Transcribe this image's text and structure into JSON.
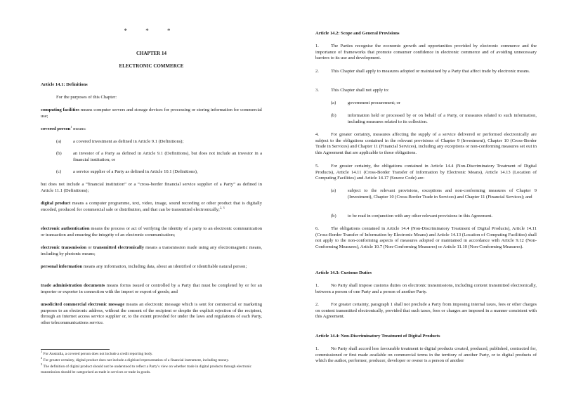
{
  "left": {
    "stars": "* * *",
    "chapter_title": "CHAPTER 14",
    "chapter_subtitle": "ELECTRONIC COMMERCE",
    "article_heading": "Article 14.1: Definitions",
    "intro": "For the purposes of this Chapter:",
    "def_computing_term": "computing facilities",
    "def_computing_text": " means computer servers and storage devices for processing or storing information for commercial use;",
    "def_covered_term": "covered person",
    "def_covered_sup": "1",
    "def_covered_text": " means:",
    "covered_items": [
      {
        "label": "(a)",
        "text": "a covered investment as defined in Article 9.1 (Definitions);"
      },
      {
        "label": "(b)",
        "text": "an investor of a Party as defined in Article 9.1 (Definitions), but does not include an investor in a financial institution; or"
      },
      {
        "label": "(c)",
        "text": "a service supplier of a Party as defined in Article 10.1 (Definitions),"
      }
    ],
    "covered_tail": "but does not include a “financial institution” or a “cross-border financial service supplier of a Party” as defined in Article 11.1 (Definitions);",
    "def_digital_term": "digital product",
    "def_digital_text": " means a computer programme, text, video, image, sound recording or other product that is digitally encoded, produced for commercial sale or distribution, and that can be transmitted electronically;",
    "def_digital_sup": "2, 3",
    "def_auth_term": "electronic authentication",
    "def_auth_text": " means the process or act of verifying the identity of a party to an electronic communication or transaction and ensuring the integrity of an electronic communication;",
    "def_trans_term1": "electronic transmission",
    "def_trans_or": " or ",
    "def_trans_term2": "transmitted electronically",
    "def_trans_text": " means a transmission made using any electromagnetic means, including by photonic means;",
    "def_personal_term": "personal information",
    "def_personal_text": " means any information, including data, about an identified or identifiable natural person;",
    "def_trade_term": "trade administration documents",
    "def_trade_text": " means forms issued or controlled by a Party that must be completed by or for an importer or exporter in connection with the import or export of goods; and",
    "def_unsol_term": "unsolicited commercial electronic message",
    "def_unsol_text": " means an electronic message which is sent for commercial or marketing purposes to an electronic address, without the consent of the recipient or despite the explicit rejection of the recipient, through an Internet access service supplier or, to the extent provided for under the laws and regulations of each Party, other telecommunications service.",
    "footnotes": [
      {
        "sup": "1",
        "text": " For Australia, a covered person does not include a credit reporting body."
      },
      {
        "sup": "2",
        "text": " For greater certainty, digital product does not include a digitised representation of a financial instrument, including money."
      },
      {
        "sup": "3",
        "text": " The definition of digital product should not be understood to reflect a Party’s view on whether trade in digital products through electronic transmission should be categorised as trade in services or trade in goods."
      }
    ]
  },
  "right": {
    "art2_heading": "Article 14.2: Scope and General Provisions",
    "p1_num": "1.",
    "p1_text": "The Parties recognise the economic growth and opportunities provided by electronic commerce and the importance of frameworks that promote consumer confidence in electronic commerce and of avoiding unnecessary barriers to its use and development.",
    "p2_num": "2.",
    "p2_text": "This Chapter shall apply to measures adopted or maintained by a Party that affect trade by electronic means.",
    "p3_num": "3.",
    "p3_text": "This Chapter shall not apply to:",
    "p3_items": [
      {
        "label": "(a)",
        "text": "government procurement; or"
      },
      {
        "label": "(b)",
        "text": "information held or processed by or on behalf of a Party, or measures related to such information, including measures related to its collection."
      }
    ],
    "p4_num": "4.",
    "p4_text": "For greater certainty, measures affecting the supply of a service delivered or performed electronically are subject to the obligations contained in the relevant provisions of Chapter 9 (Investment), Chapter 10 (Cross-Border Trade in Services) and Chapter 11 (Financial Services), including any exceptions or non-conforming measures set out in this Agreement that are applicable to those obligations.",
    "p5_num": "5.",
    "p5_text": "For greater certainty, the obligations contained in Article 14.4 (Non-Discriminatory Treatment of Digital Products), Article 14.11 (Cross-Border Transfer of Information by Electronic Means), Article 14.13 (Location of Computing Facilities) and Article 14.17 (Source Code) are:",
    "p5_items": [
      {
        "label": "(a)",
        "text": "subject to the relevant provisions, exceptions and non-conforming measures of Chapter 9 (Investment), Chapter 10 (Cross-Border Trade in Services) and Chapter 11 (Financial Services); and"
      },
      {
        "label": "(b)",
        "text": "to be read in conjunction with any other relevant provisions in this Agreement."
      }
    ],
    "p6_num": "6.",
    "p6_text": "The obligations contained in Article 14.4 (Non-Discriminatory Treatment of Digital Products), Article 14.11 (Cross-Border Transfer of Information by Electronic Means) and Article 14.13 (Location of Computing Facilities) shall not apply to the non-conforming aspects of measures adopted or maintained in accordance with Article 9.12 (Non-Conforming Measures), Article 10.7 (Non-Conforming Measures) or Article 11.10 (Non-Conforming Measures).",
    "art3_heading": "Article 14.3: Customs Duties",
    "c1_num": "1.",
    "c1_text": "No Party shall impose customs duties on electronic transmissions, including content transmitted electronically, between a person of one Party and a person of another Party.",
    "c2_num": "2.",
    "c2_text": "For greater certainty, paragraph 1 shall not preclude a Party from imposing internal taxes, fees or other charges on content transmitted electronically, provided that such taxes, fees or charges are imposed in a manner consistent with this Agreement.",
    "art4_heading": "Article 14.4: Non-Discriminatory Treatment of Digital Products",
    "d1_num": "1.",
    "d1_text": "No Party shall accord less favourable treatment to digital products created, produced, published, contracted for, commissioned or first made available on commercial terms in the territory of another Party, or to digital products of which the author, performer, producer, developer or owner is a person of another"
  }
}
